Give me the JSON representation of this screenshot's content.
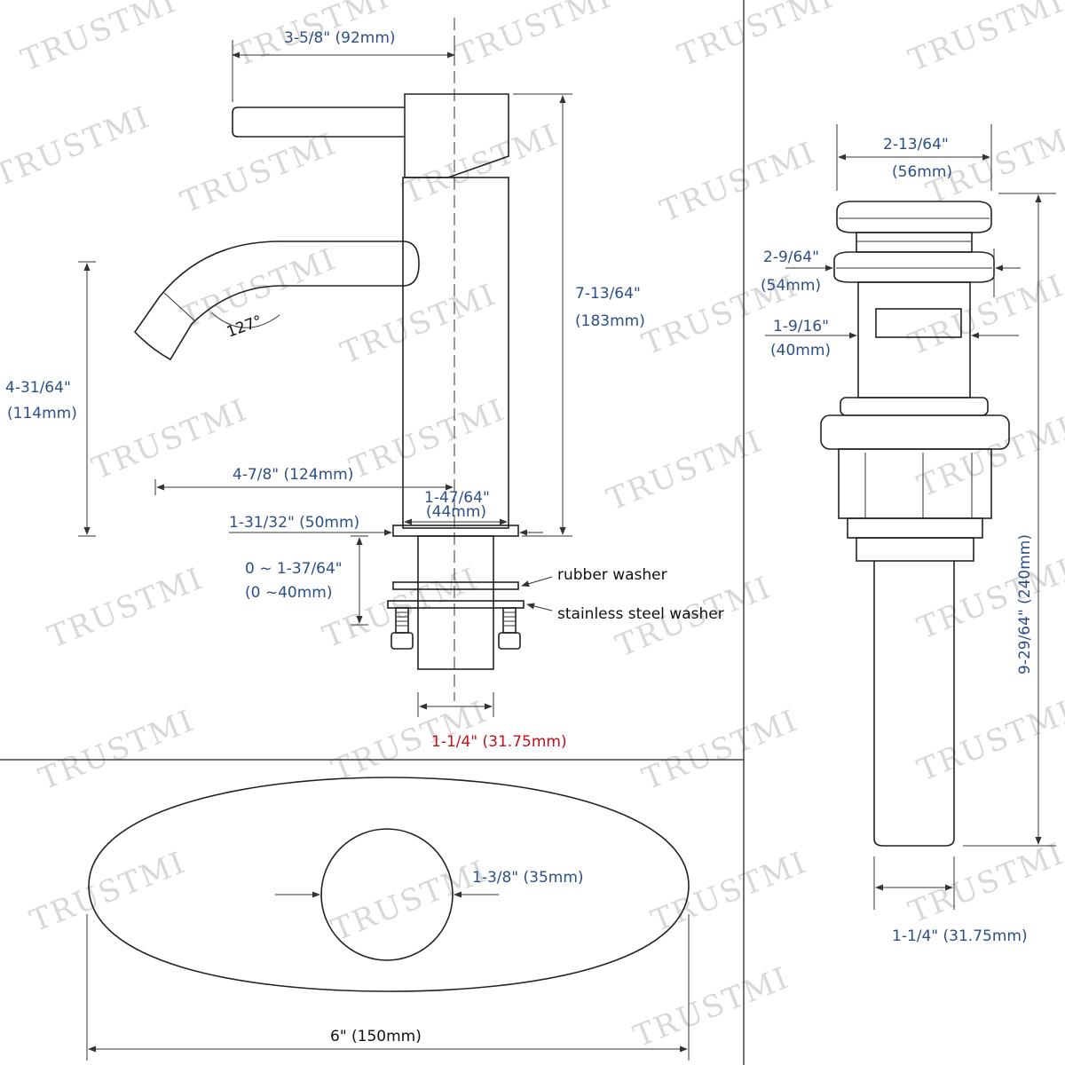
{
  "watermark": "TRUSTMI",
  "colors": {
    "dimension": "#2b4f86",
    "highlight": "#c0101a",
    "label": "#111111"
  },
  "faucet": {
    "spout_angle": "127°",
    "dims": {
      "top_width": "3-5/8\"  (92mm)",
      "height_in": "7-13/64\"",
      "height_mm": "(183mm)",
      "spout_height_in": "4-31/64\"",
      "spout_height_mm": "(114mm)",
      "reach": "4-7/8\"  (124mm)",
      "body_in": "1-47/64\"",
      "body_mm": "(44mm)",
      "base": "1-31/32\"  (50mm)",
      "clamp_in": "0 ~ 1-37/64\"",
      "clamp_mm": "(0 ~40mm)",
      "shank": "1-1/4\"  (31.75mm)"
    },
    "labels": {
      "rubber_washer": "rubber washer",
      "steel_washer": "stainless steel washer"
    }
  },
  "drain": {
    "dims": {
      "cap_in": "2-13/64\"",
      "cap_mm": "(56mm)",
      "flange_in": "2-9/64\"",
      "flange_mm": "(54mm)",
      "body_in": "1-9/16\"",
      "body_mm": "(40mm)",
      "height": "9-29/64\"  (240mm)",
      "pipe": "1-1/4\"  (31.75mm)"
    }
  },
  "plate": {
    "dims": {
      "hole": "1-3/8\"  (35mm)",
      "width": "6\"  (150mm)"
    }
  }
}
